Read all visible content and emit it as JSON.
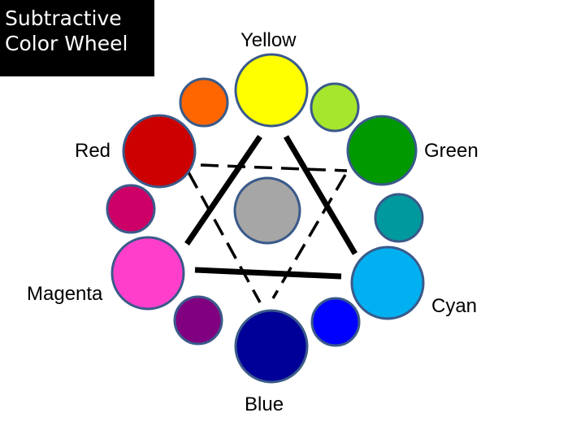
{
  "title": {
    "line1": "Subtractive",
    "line2": "Color Wheel"
  },
  "labels": {
    "yellow": "Yellow",
    "red": "Red",
    "green": "Green",
    "magenta": "Magenta",
    "cyan": "Cyan",
    "blue": "Blue"
  },
  "colors": {
    "yellow": "#FFFF00",
    "yellow_orange": "#A6E62C",
    "green": "#009900",
    "teal": "#00999E",
    "cyan": "#00B0F0",
    "cyan_blue": "#0000FF",
    "blue": "#000099",
    "violet": "#800080",
    "magenta": "#FF3FCC",
    "red_violet": "#CC0066",
    "red": "#CC0000",
    "orange": "#FF6600",
    "center_gray": "#A6A6A6",
    "outline": "#3A5A8A"
  }
}
